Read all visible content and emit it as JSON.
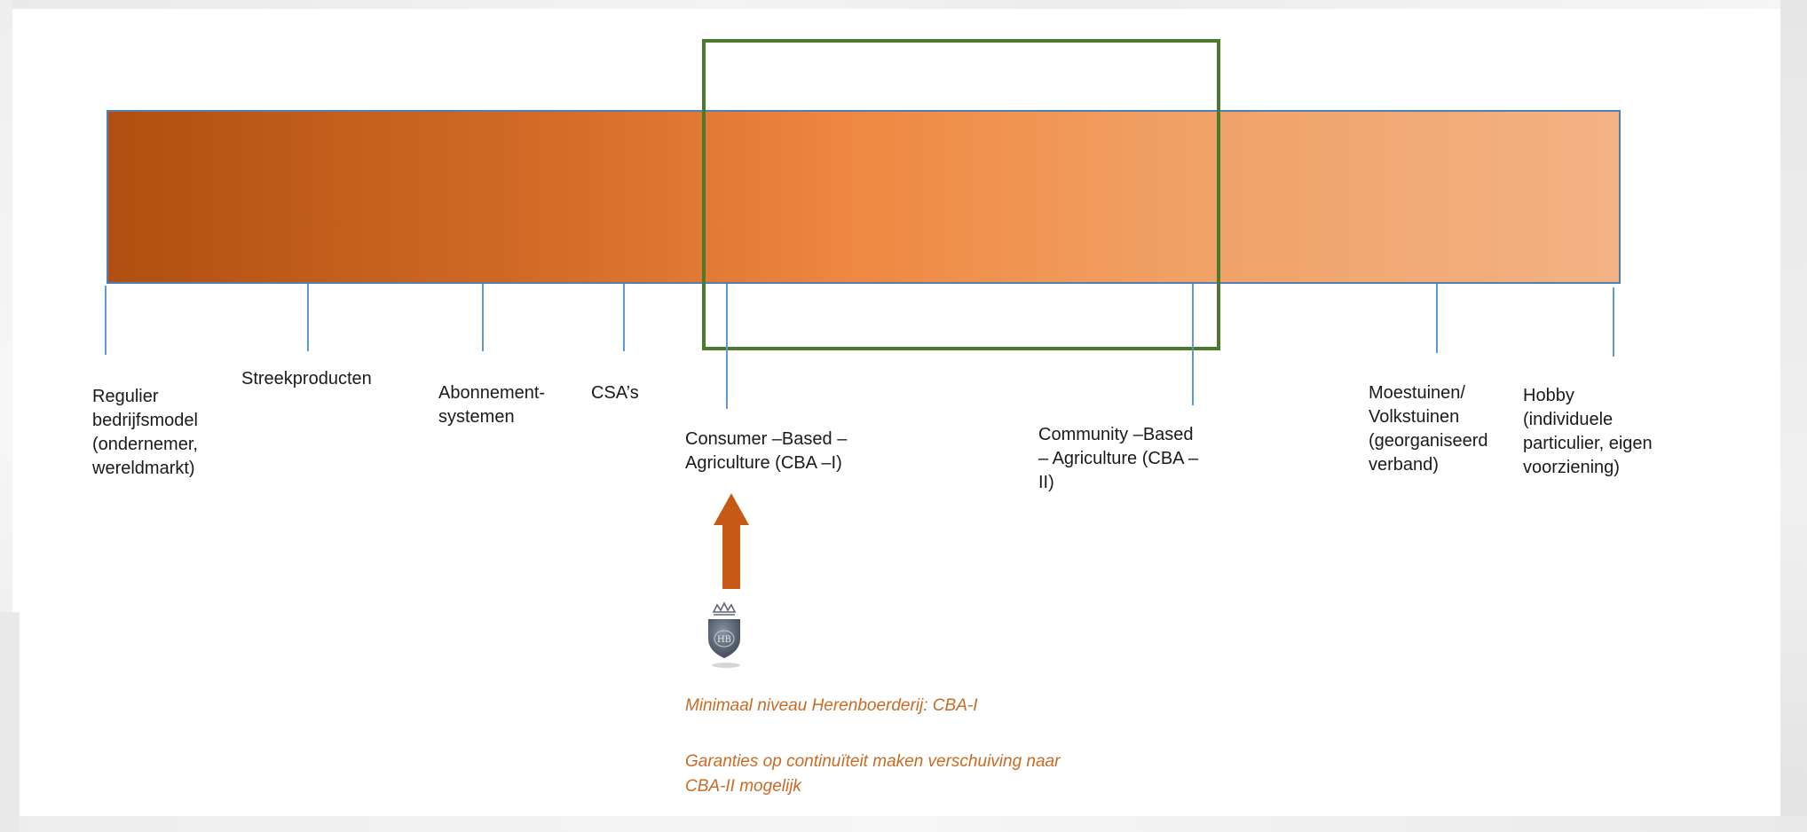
{
  "spectrum_labels": {
    "regulier": "Regulier\nbedrijfsmodel\n(ondernemer,\nwereldmarkt)",
    "streek": "Streekproducten",
    "abonnement": "Abonnement-\nsystemen",
    "csa": "CSA’s",
    "cba1": "Consumer –Based –\nAgriculture (CBA –I)",
    "cba2": "Community –Based\n– Agriculture (CBA –\nII)",
    "moestuinen": "Moestuinen/\nVolkstuinen\n(georganiseerd\nverband)",
    "hobby": "Hobby\n(individuele\nparticulier, eigen\nvoorziening)"
  },
  "notes": {
    "minimaal": "Minimaal niveau Herenboerderij: CBA-I",
    "garanties": "Garanties op continuïteit maken verschuiving naar\nCBA-II mogelijk"
  },
  "logo": {
    "text": "HB",
    "icon": "herenboeren-shield-crown-logo"
  },
  "colors": {
    "bar_start": "#b04f11",
    "bar_mid": "#ef8740",
    "bar_end": "#f3b285",
    "bar_border": "#5b9bd5",
    "frame": "#4c7a2c",
    "arrow": "#c65a14",
    "note_text": "#c96a23"
  }
}
